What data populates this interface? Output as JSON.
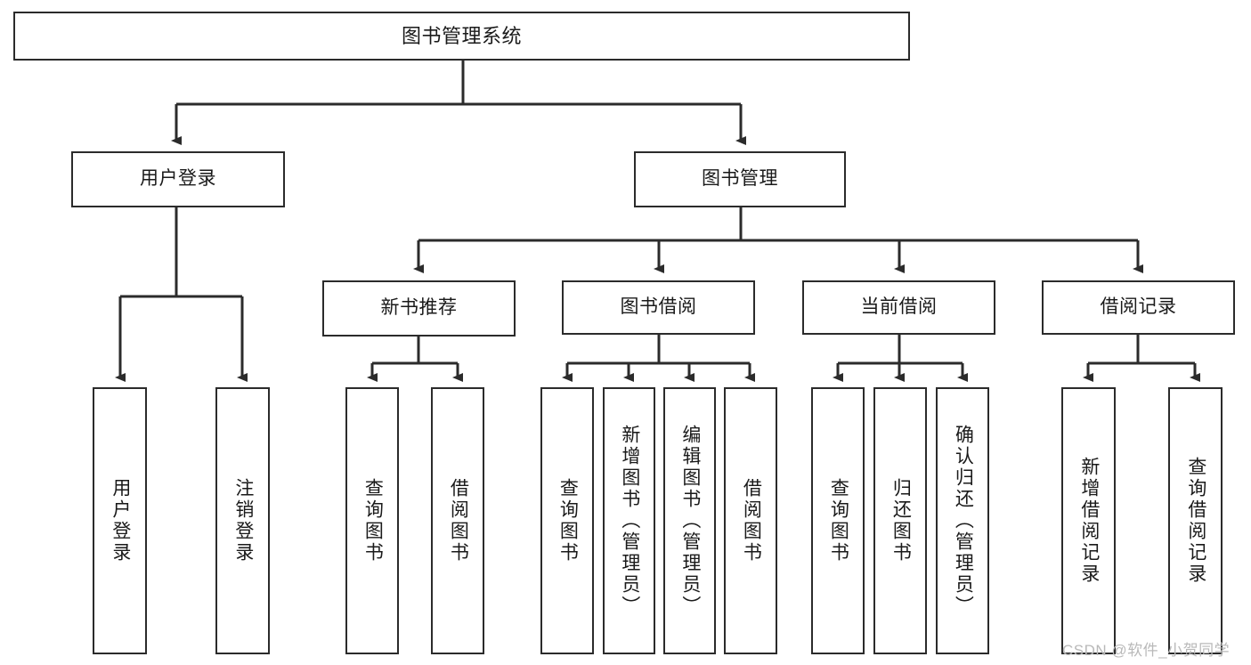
{
  "diagram": {
    "title": "图书管理系统",
    "type": "tree-hierarchy",
    "watermark": "CSDN @软件_小贺同学",
    "line_color": "#2b2b2b",
    "box_fill": "#ffffff",
    "text_color": "#1a1a1a",
    "nodes": {
      "root": {
        "label": "图书管理系统",
        "level": 0,
        "orientation": "horizontal"
      },
      "l1": [
        {
          "id": "user-login",
          "label": "用户登录",
          "orientation": "horizontal"
        },
        {
          "id": "book-manage",
          "label": "图书管理",
          "orientation": "horizontal"
        }
      ],
      "l2": [
        {
          "id": "new-book-recommend",
          "label": "新书推荐",
          "orientation": "horizontal",
          "parent": "book-manage"
        },
        {
          "id": "book-borrow",
          "label": "图书借阅",
          "orientation": "horizontal",
          "parent": "book-manage"
        },
        {
          "id": "current-borrow",
          "label": "当前借阅",
          "orientation": "horizontal",
          "parent": "book-manage"
        },
        {
          "id": "borrow-record",
          "label": "借阅记录",
          "orientation": "horizontal",
          "parent": "book-manage"
        }
      ],
      "leaves": [
        {
          "id": "leaf-user-login",
          "label": "用户登录",
          "parent": "user-login"
        },
        {
          "id": "leaf-user-logout",
          "label": "注销登录",
          "parent": "user-login"
        },
        {
          "id": "leaf-query-book-1",
          "label": "查询图书",
          "parent": "new-book-recommend"
        },
        {
          "id": "leaf-borrow-book-1",
          "label": "借阅图书",
          "parent": "new-book-recommend"
        },
        {
          "id": "leaf-query-book-2",
          "label": "查询图书",
          "parent": "book-borrow"
        },
        {
          "id": "leaf-add-book",
          "label": "新增图书（管理员）",
          "parent": "book-borrow"
        },
        {
          "id": "leaf-edit-book",
          "label": "编辑图书（管理员）",
          "parent": "book-borrow"
        },
        {
          "id": "leaf-borrow-book-2",
          "label": "借阅图书",
          "parent": "book-borrow"
        },
        {
          "id": "leaf-query-book-3",
          "label": "查询图书",
          "parent": "current-borrow"
        },
        {
          "id": "leaf-return-book",
          "label": "归还图书",
          "parent": "current-borrow"
        },
        {
          "id": "leaf-confirm-return",
          "label": "确认归还（管理员）",
          "parent": "current-borrow"
        },
        {
          "id": "leaf-add-record",
          "label": "新增借阅记录",
          "parent": "borrow-record"
        },
        {
          "id": "leaf-query-record",
          "label": "查询借阅记录",
          "parent": "borrow-record"
        }
      ]
    }
  }
}
